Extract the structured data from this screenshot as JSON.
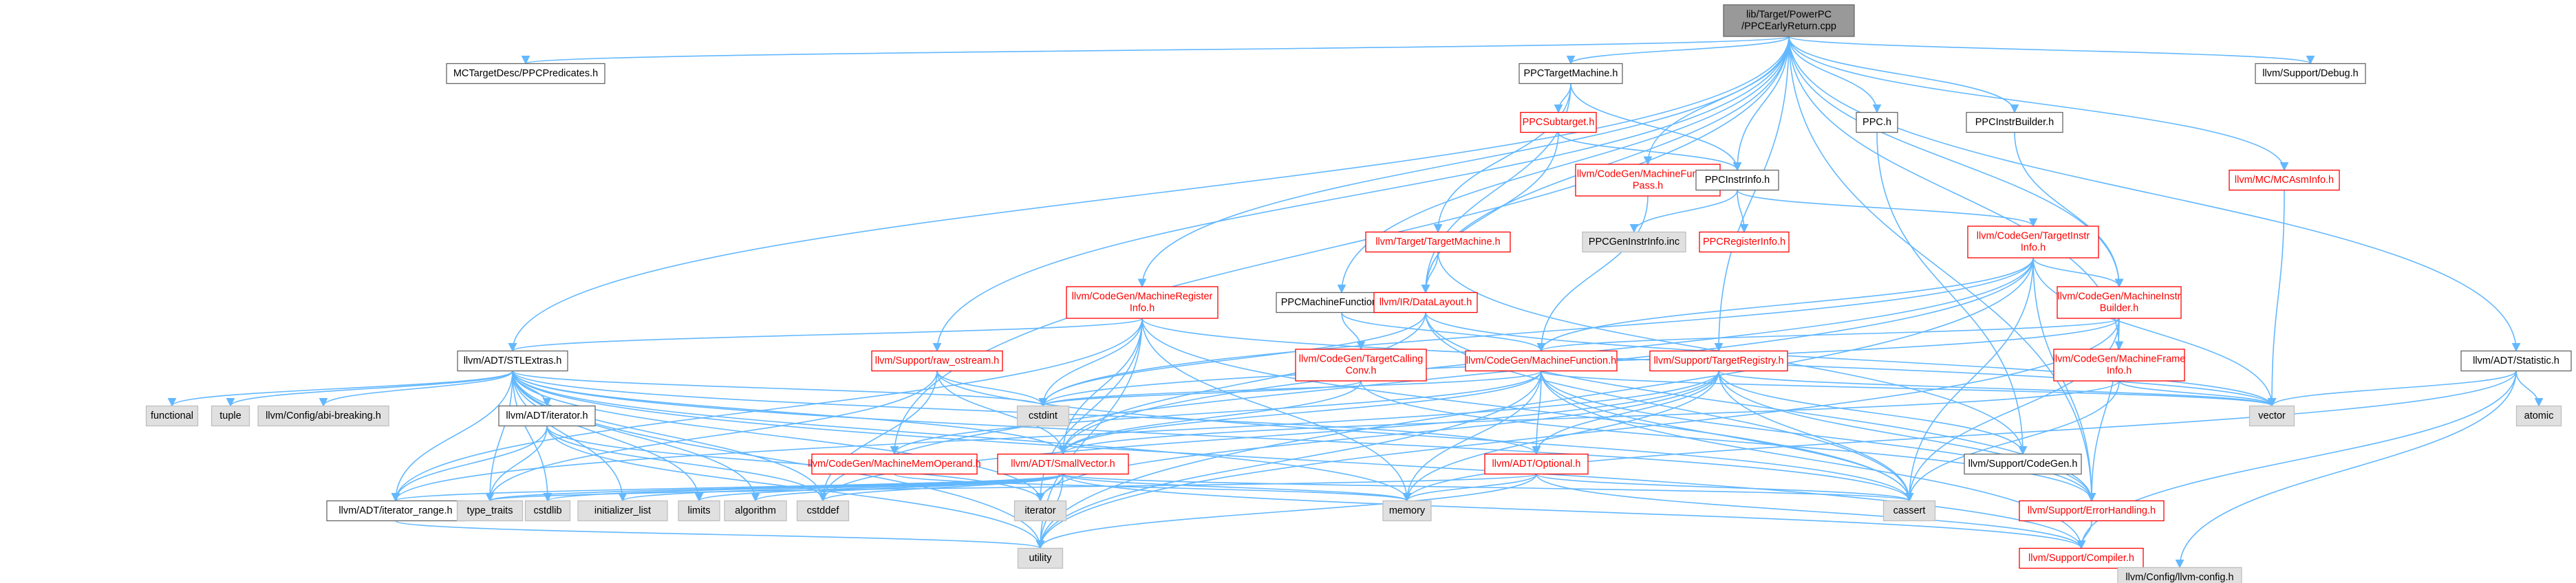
{
  "colors": {
    "edge": "#63b8ff",
    "border_default": "#666666",
    "border_red": "#ff0000",
    "fill_default": "#ffffff",
    "fill_grey": "#e0e0e0",
    "fill_root": "#999999",
    "text_default": "#000000",
    "text_red": "#ff0000"
  },
  "nodes": [
    {
      "id": "root",
      "lines": [
        "lib/Target/PowerPC",
        "/PPCEarlyReturn.cpp"
      ],
      "style": "root"
    },
    {
      "id": "mctargetdesc",
      "lines": [
        "MCTargetDesc/PPCPredicates.h"
      ],
      "style": "default"
    },
    {
      "id": "ppctargetmachine",
      "lines": [
        "PPCTargetMachine.h"
      ],
      "style": "default"
    },
    {
      "id": "ppch",
      "lines": [
        "PPC.h"
      ],
      "style": "default"
    },
    {
      "id": "ppcinstrbuilder",
      "lines": [
        "PPCInstrBuilder.h"
      ],
      "style": "default"
    },
    {
      "id": "debug",
      "lines": [
        "llvm/Support/Debug.h"
      ],
      "style": "default"
    },
    {
      "id": "ppcsubtarget",
      "lines": [
        "PPCSubtarget.h"
      ],
      "style": "red"
    },
    {
      "id": "mfpass",
      "lines": [
        "llvm/CodeGen/MachineFunction",
        "Pass.h"
      ],
      "style": "red"
    },
    {
      "id": "ppcinstrinfo",
      "lines": [
        "PPCInstrInfo.h"
      ],
      "style": "default"
    },
    {
      "id": "mcasminfo",
      "lines": [
        "llvm/MC/MCAsmInfo.h"
      ],
      "style": "red"
    },
    {
      "id": "targetmachine",
      "lines": [
        "llvm/Target/TargetMachine.h"
      ],
      "style": "red"
    },
    {
      "id": "ppcgeninstrinfo",
      "lines": [
        "PPCGenInstrInfo.inc"
      ],
      "style": "grey"
    },
    {
      "id": "ppcregisterinfo",
      "lines": [
        "PPCRegisterInfo.h"
      ],
      "style": "red"
    },
    {
      "id": "targetinstrinfo",
      "lines": [
        "llvm/CodeGen/TargetInstr",
        "Info.h"
      ],
      "style": "red"
    },
    {
      "id": "mreginfo",
      "lines": [
        "llvm/CodeGen/MachineRegister",
        "Info.h"
      ],
      "style": "red"
    },
    {
      "id": "ppcmfi",
      "lines": [
        "PPCMachineFunctionInfo.h"
      ],
      "style": "default"
    },
    {
      "id": "datalayout",
      "lines": [
        "llvm/IR/DataLayout.h"
      ],
      "style": "red"
    },
    {
      "id": "minstrbuilder",
      "lines": [
        "llvm/CodeGen/MachineInstr",
        "Builder.h"
      ],
      "style": "red"
    },
    {
      "id": "stlextras",
      "lines": [
        "llvm/ADT/STLExtras.h"
      ],
      "style": "default"
    },
    {
      "id": "rawostream",
      "lines": [
        "llvm/Support/raw_ostream.h"
      ],
      "style": "red"
    },
    {
      "id": "targetcallingconv",
      "lines": [
        "llvm/CodeGen/TargetCalling",
        "Conv.h"
      ],
      "style": "red"
    },
    {
      "id": "machinefunction",
      "lines": [
        "llvm/CodeGen/MachineFunction.h"
      ],
      "style": "red"
    },
    {
      "id": "targetregistry",
      "lines": [
        "llvm/Support/TargetRegistry.h"
      ],
      "style": "red"
    },
    {
      "id": "mframeinfo",
      "lines": [
        "llvm/CodeGen/MachineFrame",
        "Info.h"
      ],
      "style": "red"
    },
    {
      "id": "statistic",
      "lines": [
        "llvm/ADT/Statistic.h"
      ],
      "style": "default"
    },
    {
      "id": "functional",
      "lines": [
        "functional"
      ],
      "style": "grey"
    },
    {
      "id": "tuple",
      "lines": [
        "tuple"
      ],
      "style": "grey"
    },
    {
      "id": "abibreaking",
      "lines": [
        "llvm/Config/abi-breaking.h"
      ],
      "style": "grey"
    },
    {
      "id": "iteratorh",
      "lines": [
        "llvm/ADT/iterator.h"
      ],
      "style": "default"
    },
    {
      "id": "cstdint",
      "lines": [
        "cstdint"
      ],
      "style": "grey"
    },
    {
      "id": "mmemoperand",
      "lines": [
        "llvm/CodeGen/MachineMemOperand.h"
      ],
      "style": "red"
    },
    {
      "id": "smallvector",
      "lines": [
        "llvm/ADT/SmallVector.h"
      ],
      "style": "red"
    },
    {
      "id": "optional",
      "lines": [
        "llvm/ADT/Optional.h"
      ],
      "style": "red"
    },
    {
      "id": "vector",
      "lines": [
        "vector"
      ],
      "style": "grey"
    },
    {
      "id": "supportcodegen",
      "lines": [
        "llvm/Support/CodeGen.h"
      ],
      "style": "default"
    },
    {
      "id": "atomic",
      "lines": [
        "atomic"
      ],
      "style": "grey"
    },
    {
      "id": "iteratorrange",
      "lines": [
        "llvm/ADT/iterator_range.h"
      ],
      "style": "default"
    },
    {
      "id": "typetraits",
      "lines": [
        "type_traits"
      ],
      "style": "grey"
    },
    {
      "id": "cstdlib",
      "lines": [
        "cstdlib"
      ],
      "style": "grey"
    },
    {
      "id": "initlist",
      "lines": [
        "initializer_list"
      ],
      "style": "grey"
    },
    {
      "id": "limits",
      "lines": [
        "limits"
      ],
      "style": "grey"
    },
    {
      "id": "algorithm",
      "lines": [
        "algorithm"
      ],
      "style": "grey"
    },
    {
      "id": "cstddef",
      "lines": [
        "cstddef"
      ],
      "style": "grey"
    },
    {
      "id": "iterator",
      "lines": [
        "iterator"
      ],
      "style": "grey"
    },
    {
      "id": "memory",
      "lines": [
        "memory"
      ],
      "style": "grey"
    },
    {
      "id": "cassert",
      "lines": [
        "cassert"
      ],
      "style": "grey"
    },
    {
      "id": "errorhandling",
      "lines": [
        "llvm/Support/ErrorHandling.h"
      ],
      "style": "red"
    },
    {
      "id": "utility",
      "lines": [
        "utility"
      ],
      "style": "grey"
    },
    {
      "id": "compiler",
      "lines": [
        "llvm/Support/Compiler.h"
      ],
      "style": "red"
    },
    {
      "id": "llvmconfig",
      "lines": [
        "llvm/Config/llvm-config.h"
      ],
      "style": "grey"
    }
  ],
  "edges": [
    [
      "root",
      "mctargetdesc"
    ],
    [
      "root",
      "ppctargetmachine"
    ],
    [
      "root",
      "ppch"
    ],
    [
      "root",
      "ppcinstrbuilder"
    ],
    [
      "root",
      "debug"
    ],
    [
      "root",
      "mfpass"
    ],
    [
      "root",
      "ppcinstrinfo"
    ],
    [
      "root",
      "mcasminfo"
    ],
    [
      "root",
      "mreginfo"
    ],
    [
      "root",
      "ppcmfi"
    ],
    [
      "root",
      "datalayout"
    ],
    [
      "root",
      "minstrbuilder"
    ],
    [
      "root",
      "stlextras"
    ],
    [
      "root",
      "rawostream"
    ],
    [
      "root",
      "targetregistry"
    ],
    [
      "root",
      "mframeinfo"
    ],
    [
      "root",
      "statistic"
    ],
    [
      "root",
      "mmemoperand"
    ],
    [
      "root",
      "errorhandling"
    ],
    [
      "ppctargetmachine",
      "ppcsubtarget"
    ],
    [
      "ppctargetmachine",
      "ppcinstrinfo"
    ],
    [
      "ppctargetmachine",
      "targetmachine"
    ],
    [
      "ppctargetmachine",
      "datalayout"
    ],
    [
      "ppcsubtarget",
      "ppcinstrinfo"
    ],
    [
      "ppcsubtarget",
      "datalayout"
    ],
    [
      "mfpass",
      "machinefunction"
    ],
    [
      "ppcinstrinfo",
      "ppcgeninstrinfo"
    ],
    [
      "ppcinstrinfo",
      "ppcregisterinfo"
    ],
    [
      "ppcinstrinfo",
      "targetinstrinfo"
    ],
    [
      "ppch",
      "supportcodegen"
    ],
    [
      "ppcinstrbuilder",
      "minstrbuilder"
    ],
    [
      "mcasminfo",
      "vector"
    ],
    [
      "targetmachine",
      "datalayout"
    ],
    [
      "targetmachine",
      "supportcodegen"
    ],
    [
      "targetinstrinfo",
      "minstrbuilder"
    ],
    [
      "targetinstrinfo",
      "machinefunction"
    ],
    [
      "targetinstrinfo",
      "smallvector"
    ],
    [
      "targetinstrinfo",
      "cstdint"
    ],
    [
      "targetinstrinfo",
      "cassert"
    ],
    [
      "targetinstrinfo",
      "utility"
    ],
    [
      "targetinstrinfo",
      "errorhandling"
    ],
    [
      "targetinstrinfo",
      "vector"
    ],
    [
      "targetinstrinfo",
      "cstddef"
    ],
    [
      "mreginfo",
      "stlextras"
    ],
    [
      "mreginfo",
      "smallvector"
    ],
    [
      "mreginfo",
      "iteratorrange"
    ],
    [
      "mreginfo",
      "memory"
    ],
    [
      "mreginfo",
      "cstdint"
    ],
    [
      "mreginfo",
      "vector"
    ],
    [
      "mreginfo",
      "utility"
    ],
    [
      "mreginfo",
      "iterator"
    ],
    [
      "mreginfo",
      "cassert"
    ],
    [
      "ppcmfi",
      "machinefunction"
    ],
    [
      "ppcmfi",
      "targetcallingconv"
    ],
    [
      "datalayout",
      "smallvector"
    ],
    [
      "datalayout",
      "cstdint"
    ],
    [
      "datalayout",
      "cassert"
    ],
    [
      "datalayout",
      "errorhandling"
    ],
    [
      "datalayout",
      "string"
    ],
    [
      "datalayout",
      "vector"
    ],
    [
      "minstrbuilder",
      "machinefunction"
    ],
    [
      "minstrbuilder",
      "errorhandling"
    ],
    [
      "minstrbuilder",
      "cstdint"
    ],
    [
      "minstrbuilder",
      "utility"
    ],
    [
      "minstrbuilder",
      "cassert"
    ],
    [
      "stlextras",
      "functional"
    ],
    [
      "stlextras",
      "tuple"
    ],
    [
      "stlextras",
      "abibreaking"
    ],
    [
      "stlextras",
      "iteratorh"
    ],
    [
      "stlextras",
      "optional"
    ],
    [
      "stlextras",
      "smallvector"
    ],
    [
      "stlextras",
      "iteratorrange"
    ],
    [
      "stlextras",
      "typetraits"
    ],
    [
      "stlextras",
      "cstdlib"
    ],
    [
      "stlextras",
      "initlist"
    ],
    [
      "stlextras",
      "limits"
    ],
    [
      "stlextras",
      "algorithm"
    ],
    [
      "stlextras",
      "cstddef"
    ],
    [
      "stlextras",
      "iterator"
    ],
    [
      "stlextras",
      "memory"
    ],
    [
      "stlextras",
      "cassert"
    ],
    [
      "stlextras",
      "utility"
    ],
    [
      "stlextras",
      "cstdint"
    ],
    [
      "stlextras",
      "compiler"
    ],
    [
      "rawostream",
      "smallvector"
    ],
    [
      "rawostream",
      "cstddef"
    ],
    [
      "rawostream",
      "cstdint"
    ],
    [
      "rawostream",
      "typetraits"
    ],
    [
      "rawostream",
      "cassert"
    ],
    [
      "targetcallingconv",
      "smallvector"
    ],
    [
      "targetcallingconv",
      "cstdint"
    ],
    [
      "targetcallingconv",
      "errorhandling"
    ],
    [
      "machinefunction",
      "smallvector"
    ],
    [
      "machinefunction",
      "mmemoperand"
    ],
    [
      "machinefunction",
      "optional"
    ],
    [
      "machinefunction",
      "memory"
    ],
    [
      "machinefunction",
      "utility"
    ],
    [
      "machinefunction",
      "vector"
    ],
    [
      "machinefunction",
      "cassert"
    ],
    [
      "machinefunction",
      "errorhandling"
    ],
    [
      "machinefunction",
      "compiler"
    ],
    [
      "machinefunction",
      "cstdint"
    ],
    [
      "targetregistry",
      "optional"
    ],
    [
      "targetregistry",
      "iteratorrange"
    ],
    [
      "targetregistry",
      "supportcodegen"
    ],
    [
      "targetregistry",
      "errorhandling"
    ],
    [
      "targetregistry",
      "cassert"
    ],
    [
      "targetregistry",
      "cstddef"
    ],
    [
      "targetregistry",
      "iterator"
    ],
    [
      "targetregistry",
      "memory"
    ],
    [
      "targetregistry",
      "vector"
    ],
    [
      "mframeinfo",
      "smallvector"
    ],
    [
      "mframeinfo",
      "vector"
    ],
    [
      "mframeinfo",
      "cassert"
    ],
    [
      "statistic",
      "atomic"
    ],
    [
      "statistic",
      "memory"
    ],
    [
      "statistic",
      "vector"
    ],
    [
      "statistic",
      "compiler"
    ],
    [
      "statistic",
      "llvmconfig"
    ],
    [
      "iteratorh",
      "iteratorrange"
    ],
    [
      "iteratorh",
      "typetraits"
    ],
    [
      "iteratorh",
      "cstddef"
    ],
    [
      "iteratorh",
      "iterator"
    ],
    [
      "iteratorh",
      "utility"
    ],
    [
      "smallvector",
      "compiler"
    ],
    [
      "smallvector",
      "typetraits"
    ],
    [
      "smallvector",
      "cstdlib"
    ],
    [
      "smallvector",
      "initlist"
    ],
    [
      "smallvector",
      "limits"
    ],
    [
      "smallvector",
      "algorithm"
    ],
    [
      "smallvector",
      "cstddef"
    ],
    [
      "smallvector",
      "iterator"
    ],
    [
      "smallvector",
      "memory"
    ],
    [
      "smallvector",
      "utility"
    ],
    [
      "smallvector",
      "cassert"
    ],
    [
      "smallvector",
      "iteratorrange"
    ],
    [
      "optional",
      "compiler"
    ],
    [
      "optional",
      "cassert"
    ],
    [
      "optional",
      "memory"
    ],
    [
      "optional",
      "utility"
    ],
    [
      "optional",
      "typetraits"
    ],
    [
      "errorhandling",
      "compiler"
    ],
    [
      "compiler",
      "llvmconfig"
    ],
    [
      "iteratorrange",
      "utility"
    ],
    [
      "mmemoperand",
      "memory"
    ]
  ]
}
